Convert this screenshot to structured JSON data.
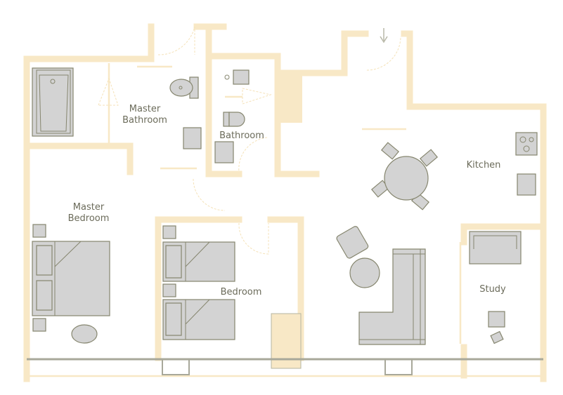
{
  "rooms": {
    "master_bathroom": [
      "Master",
      "Bathroom"
    ],
    "bathroom": "Bathroom",
    "master_bedroom": [
      "Master",
      "Bedroom"
    ],
    "bedroom": "Bedroom",
    "kitchen": "Kitchen",
    "study": "Study"
  },
  "colors": {
    "wall": "#f8e8c6",
    "furniture": "#d3d3d3",
    "outline": "#86866f",
    "text": "#6b6b5a"
  }
}
